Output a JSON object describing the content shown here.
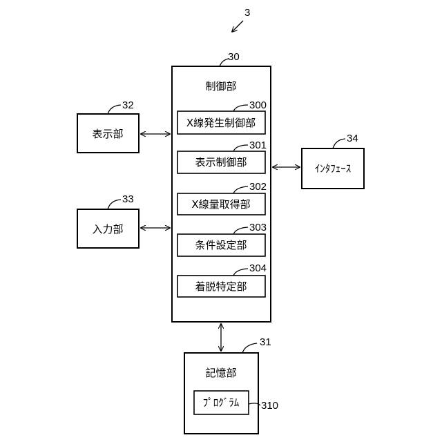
{
  "figure_ref": "3",
  "controller": {
    "ref": "30",
    "label": "制御部"
  },
  "modules": [
    {
      "ref": "300",
      "label": "X線発生制御部"
    },
    {
      "ref": "301",
      "label": "表示制御部"
    },
    {
      "ref": "302",
      "label": "X線量取得部"
    },
    {
      "ref": "303",
      "label": "条件設定部"
    },
    {
      "ref": "304",
      "label": "着脱特定部"
    }
  ],
  "display": {
    "ref": "32",
    "label": "表示部"
  },
  "input": {
    "ref": "33",
    "label": "入力部"
  },
  "interface": {
    "ref": "34",
    "label": "ｲﾝﾀﾌｪｰｽ"
  },
  "storage": {
    "ref": "31",
    "label": "記憶部"
  },
  "program": {
    "ref": "310",
    "label": "ﾌﾟﾛｸﾞﾗﾑ"
  }
}
